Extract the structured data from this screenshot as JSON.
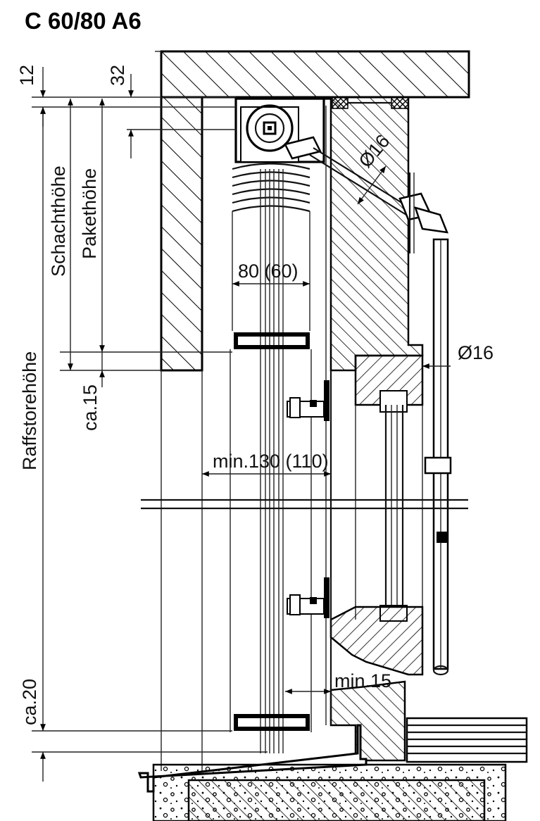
{
  "title": "C 60/80 A6",
  "labels": {
    "dim_12": "12",
    "dim_32": "32",
    "schachthoehe": "Schachthöhe",
    "pakethoehe": "Pakethöhe",
    "raffstorehoehe": "Raffstorehöhe",
    "ca_15": "ca.15",
    "ca_20": "ca.20",
    "width_80_60": "80 (60)",
    "min_130_110": "min.130 (110)",
    "min_15": "min.15",
    "dia_16_top": "Ø16",
    "dia_16_right": "Ø16"
  },
  "colors": {
    "line": "#000000",
    "background": "#ffffff"
  }
}
